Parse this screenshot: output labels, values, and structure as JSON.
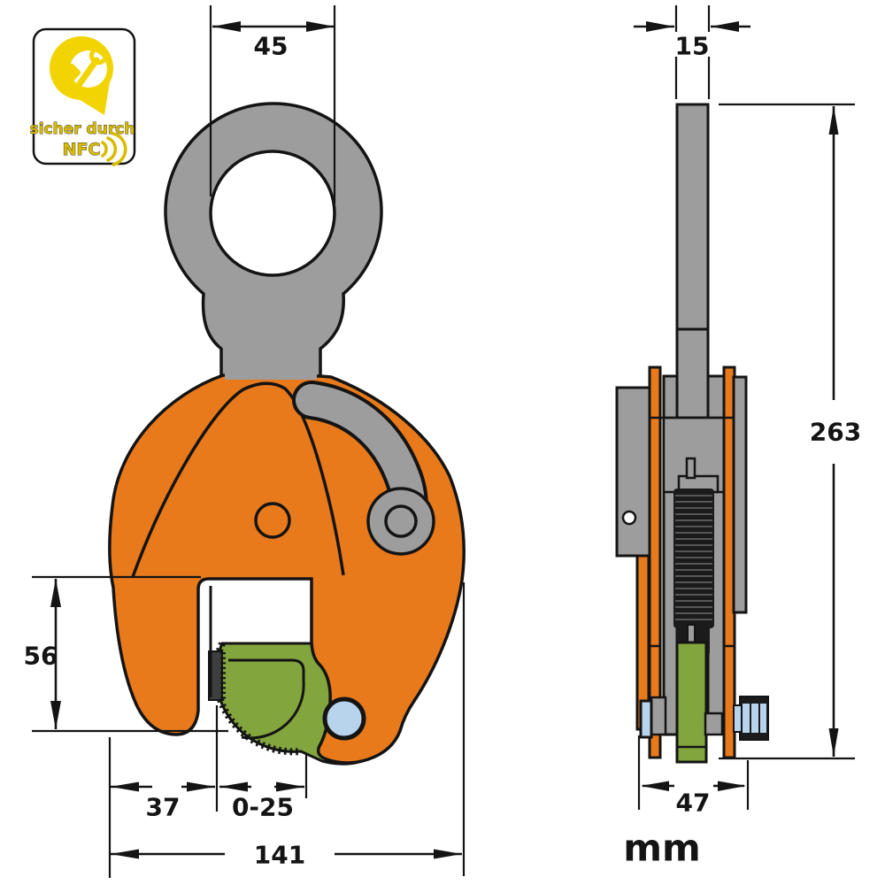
{
  "logo": {
    "tagline": "sicher durch",
    "brand": "NFC"
  },
  "units_label": "mm",
  "dimensions": {
    "front": {
      "eye_hole_width": "45",
      "jaw_height": "56",
      "edge_to_pad": "37",
      "grip_range": "0-25",
      "overall_width": "141"
    },
    "side": {
      "plate_thickness": "15",
      "overall_height": "263",
      "body_depth": "47"
    }
  },
  "colors": {
    "orange": "#E87A1C",
    "steel": "#9D9D9D",
    "green": "#83A53E",
    "blue": "#B8D4EC",
    "yellow": "#F2D402",
    "gold": "#D9BC00",
    "ink": "#141414",
    "pad": "#3E3E3E",
    "spring": "#1B1B1B"
  }
}
